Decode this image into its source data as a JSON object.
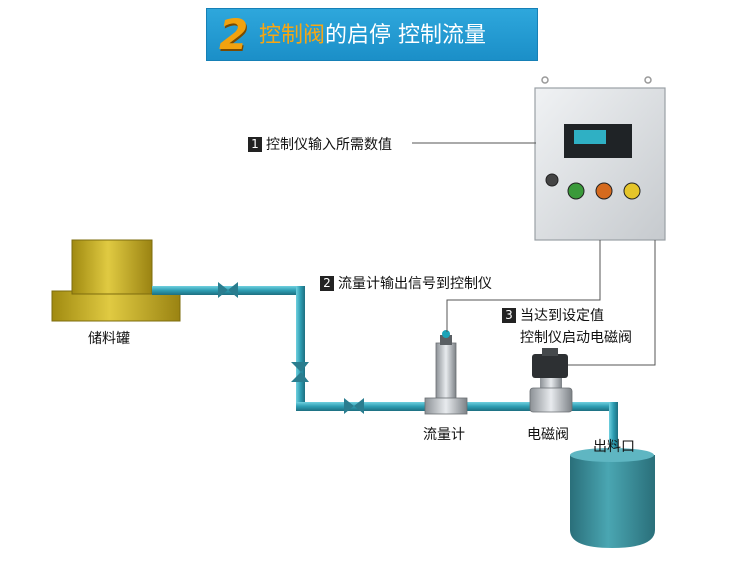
{
  "banner": {
    "number": "2",
    "title_highlight": "控制阀",
    "title_rest": "的启停  控制流量"
  },
  "steps": [
    {
      "number": "1",
      "text": "控制仪输入所需数值"
    },
    {
      "number": "2",
      "text": "流量计输出信号到控制仪"
    },
    {
      "number": "3",
      "line1": "当达到设定值",
      "line2": "控制仪启动电磁阀"
    }
  ],
  "labels": {
    "tank": "储料罐",
    "flowmeter": "流量计",
    "valve": "电磁阀",
    "outlet": "出料口"
  },
  "colors": {
    "banner_bg": "#1b8fc8",
    "banner_accent": "#f2a20f",
    "pipe": "#3aa8bb",
    "tank": "#c9b32a",
    "controller_body": "#dcdfe2",
    "bucket": "#3a8e9a"
  }
}
